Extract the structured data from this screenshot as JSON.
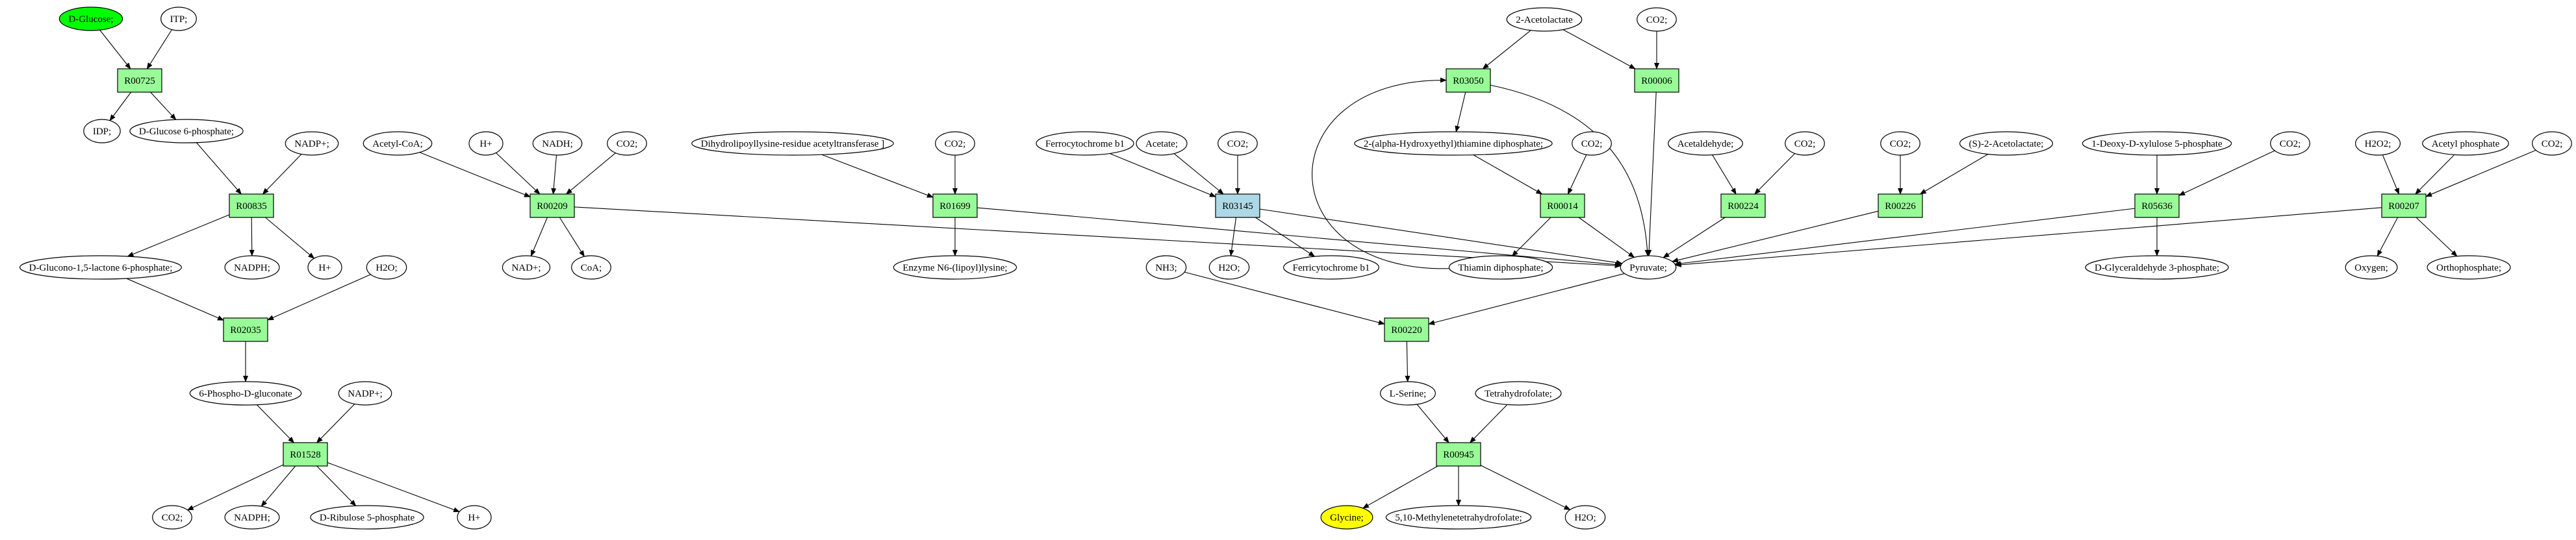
{
  "colors": {
    "reaction_fill": "#98fb98",
    "reaction_highlight_fill": "#add8e6",
    "compound_fill": "#ffffff",
    "source_compound_fill": "#00ff00",
    "target_compound_fill": "#ffff00",
    "stroke": "#000000"
  },
  "nodes": [
    {
      "id": "c_dglucose",
      "kind": "compound",
      "label": "D-Glucose;",
      "fill": "#00ff00"
    },
    {
      "id": "c_itp",
      "kind": "compound",
      "label": "ITP;"
    },
    {
      "id": "r_R00725",
      "kind": "reaction",
      "label": "R00725"
    },
    {
      "id": "c_idp",
      "kind": "compound",
      "label": "IDP;"
    },
    {
      "id": "c_g6p",
      "kind": "compound",
      "label": "D-Glucose 6-phosphate;"
    },
    {
      "id": "c_nadp1",
      "kind": "compound",
      "label": "NADP+;"
    },
    {
      "id": "r_R00835",
      "kind": "reaction",
      "label": "R00835"
    },
    {
      "id": "c_glucono",
      "kind": "compound",
      "label": "D-Glucono-1,5-lactone 6-phosphate;"
    },
    {
      "id": "c_nadph1",
      "kind": "compound",
      "label": "NADPH;"
    },
    {
      "id": "c_h1",
      "kind": "compound",
      "label": "H+"
    },
    {
      "id": "c_h2o1",
      "kind": "compound",
      "label": "H2O;"
    },
    {
      "id": "r_R02035",
      "kind": "reaction",
      "label": "R02035"
    },
    {
      "id": "c_6pg",
      "kind": "compound",
      "label": "6-Phospho-D-gluconate"
    },
    {
      "id": "c_nadp2",
      "kind": "compound",
      "label": "NADP+;"
    },
    {
      "id": "r_R01528",
      "kind": "reaction",
      "label": "R01528"
    },
    {
      "id": "c_co2_a",
      "kind": "compound",
      "label": "CO2;"
    },
    {
      "id": "c_nadph2",
      "kind": "compound",
      "label": "NADPH;"
    },
    {
      "id": "c_ribulose",
      "kind": "compound",
      "label": "D-Ribulose 5-phosphate"
    },
    {
      "id": "c_h2",
      "kind": "compound",
      "label": "H+"
    },
    {
      "id": "c_acetylcoa",
      "kind": "compound",
      "label": "Acetyl-CoA;"
    },
    {
      "id": "c_h3",
      "kind": "compound",
      "label": "H+"
    },
    {
      "id": "c_nadh",
      "kind": "compound",
      "label": "NADH;"
    },
    {
      "id": "c_co2_b",
      "kind": "compound",
      "label": "CO2;"
    },
    {
      "id": "r_R00209",
      "kind": "reaction",
      "label": "R00209"
    },
    {
      "id": "c_nad",
      "kind": "compound",
      "label": "NAD+;"
    },
    {
      "id": "c_coa",
      "kind": "compound",
      "label": "CoA;"
    },
    {
      "id": "c_dihydro",
      "kind": "compound",
      "label": "Dihydrolipoyllysine-residue acetyltransferase ]"
    },
    {
      "id": "c_co2_c",
      "kind": "compound",
      "label": "CO2;"
    },
    {
      "id": "r_R01699",
      "kind": "reaction",
      "label": "R01699"
    },
    {
      "id": "c_enzyme",
      "kind": "compound",
      "label": "Enzyme N6-(lipoyl)lysine;"
    },
    {
      "id": "c_ferro",
      "kind": "compound",
      "label": "Ferrocytochrome b1"
    },
    {
      "id": "c_acetate",
      "kind": "compound",
      "label": "Acetate;"
    },
    {
      "id": "c_co2_d",
      "kind": "compound",
      "label": "CO2;"
    },
    {
      "id": "r_R03145",
      "kind": "reaction",
      "label": "R03145",
      "fill": "#add8e6"
    },
    {
      "id": "c_h2o2",
      "kind": "compound",
      "label": "H2O;"
    },
    {
      "id": "c_ferri",
      "kind": "compound",
      "label": "Ferricytochrome b1"
    },
    {
      "id": "c_nh3",
      "kind": "compound",
      "label": "NH3;"
    },
    {
      "id": "c_acetolactate",
      "kind": "compound",
      "label": "2-Acetolactate"
    },
    {
      "id": "c_co2_e",
      "kind": "compound",
      "label": "CO2;"
    },
    {
      "id": "r_R03050",
      "kind": "reaction",
      "label": "R03050"
    },
    {
      "id": "r_R00006",
      "kind": "reaction",
      "label": "R00006"
    },
    {
      "id": "c_hydroxyethyl",
      "kind": "compound",
      "label": "2-(alpha-Hydroxyethyl)thiamine diphosphate;"
    },
    {
      "id": "c_co2_f",
      "kind": "compound",
      "label": "CO2;"
    },
    {
      "id": "r_R00014",
      "kind": "reaction",
      "label": "R00014"
    },
    {
      "id": "c_thiamin",
      "kind": "compound",
      "label": "Thiamin diphosphate;"
    },
    {
      "id": "c_pyruvate",
      "kind": "compound",
      "label": "Pyruvate;"
    },
    {
      "id": "r_R00220",
      "kind": "reaction",
      "label": "R00220"
    },
    {
      "id": "c_serine",
      "kind": "compound",
      "label": "L-Serine;"
    },
    {
      "id": "c_thf",
      "kind": "compound",
      "label": "Tetrahydrofolate;"
    },
    {
      "id": "r_R00945",
      "kind": "reaction",
      "label": "R00945"
    },
    {
      "id": "c_glycine",
      "kind": "compound",
      "label": "Glycine;",
      "fill": "#ffff00"
    },
    {
      "id": "c_methylene",
      "kind": "compound",
      "label": "5,10-Methylenetetrahydrofolate;"
    },
    {
      "id": "c_h2o3",
      "kind": "compound",
      "label": "H2O;"
    },
    {
      "id": "c_acetaldehyde",
      "kind": "compound",
      "label": "Acetaldehyde;"
    },
    {
      "id": "c_co2_g",
      "kind": "compound",
      "label": "CO2;"
    },
    {
      "id": "r_R00224",
      "kind": "reaction",
      "label": "R00224"
    },
    {
      "id": "c_co2_h",
      "kind": "compound",
      "label": "CO2;"
    },
    {
      "id": "c_s2acetolactate",
      "kind": "compound",
      "label": "(S)-2-Acetolactate;"
    },
    {
      "id": "r_R00226",
      "kind": "reaction",
      "label": "R00226"
    },
    {
      "id": "c_deoxyxylulose",
      "kind": "compound",
      "label": "1-Deoxy-D-xylulose 5-phosphate"
    },
    {
      "id": "c_co2_i",
      "kind": "compound",
      "label": "CO2;"
    },
    {
      "id": "r_R05636",
      "kind": "reaction",
      "label": "R05636"
    },
    {
      "id": "c_g3p",
      "kind": "compound",
      "label": "D-Glyceraldehyde 3-phosphate;"
    },
    {
      "id": "c_h2o2_peroxide",
      "kind": "compound",
      "label": "H2O2;"
    },
    {
      "id": "c_acetylphosphate",
      "kind": "compound",
      "label": "Acetyl phosphate"
    },
    {
      "id": "c_co2_j",
      "kind": "compound",
      "label": "CO2;"
    },
    {
      "id": "r_R00207",
      "kind": "reaction",
      "label": "R00207"
    },
    {
      "id": "c_oxygen",
      "kind": "compound",
      "label": "Oxygen;"
    },
    {
      "id": "c_orthophosphate",
      "kind": "compound",
      "label": "Orthophosphate;"
    }
  ],
  "edges": [
    [
      "c_dglucose",
      "r_R00725"
    ],
    [
      "c_itp",
      "r_R00725"
    ],
    [
      "r_R00725",
      "c_idp"
    ],
    [
      "r_R00725",
      "c_g6p"
    ],
    [
      "c_g6p",
      "r_R00835"
    ],
    [
      "c_nadp1",
      "r_R00835"
    ],
    [
      "r_R00835",
      "c_glucono"
    ],
    [
      "r_R00835",
      "c_nadph1"
    ],
    [
      "r_R00835",
      "c_h1"
    ],
    [
      "c_glucono",
      "r_R02035"
    ],
    [
      "c_h2o1",
      "r_R02035"
    ],
    [
      "r_R02035",
      "c_6pg"
    ],
    [
      "c_6pg",
      "r_R01528"
    ],
    [
      "c_nadp2",
      "r_R01528"
    ],
    [
      "r_R01528",
      "c_co2_a"
    ],
    [
      "r_R01528",
      "c_nadph2"
    ],
    [
      "r_R01528",
      "c_ribulose"
    ],
    [
      "r_R01528",
      "c_h2"
    ],
    [
      "c_acetylcoa",
      "r_R00209"
    ],
    [
      "c_h3",
      "r_R00209"
    ],
    [
      "c_nadh",
      "r_R00209"
    ],
    [
      "c_co2_b",
      "r_R00209"
    ],
    [
      "r_R00209",
      "c_nad"
    ],
    [
      "r_R00209",
      "c_coa"
    ],
    [
      "r_R00209",
      "c_pyruvate"
    ],
    [
      "c_dihydro",
      "r_R01699"
    ],
    [
      "c_co2_c",
      "r_R01699"
    ],
    [
      "r_R01699",
      "c_enzyme"
    ],
    [
      "r_R01699",
      "c_pyruvate"
    ],
    [
      "c_ferro",
      "r_R03145"
    ],
    [
      "c_acetate",
      "r_R03145"
    ],
    [
      "c_co2_d",
      "r_R03145"
    ],
    [
      "r_R03145",
      "c_h2o2"
    ],
    [
      "r_R03145",
      "c_ferri"
    ],
    [
      "r_R03145",
      "c_pyruvate"
    ],
    [
      "c_acetolactate",
      "r_R03050"
    ],
    [
      "c_acetolactate",
      "r_R00006"
    ],
    [
      "c_co2_e",
      "r_R00006"
    ],
    [
      "r_R03050",
      "c_hydroxyethyl"
    ],
    [
      "r_R03050",
      "c_pyruvate"
    ],
    [
      "r_R00006",
      "c_pyruvate"
    ],
    [
      "c_hydroxyethyl",
      "r_R00014"
    ],
    [
      "c_co2_f",
      "r_R00014"
    ],
    [
      "r_R00014",
      "c_thiamin"
    ],
    [
      "r_R00014",
      "c_pyruvate"
    ],
    [
      "c_thiamin",
      "r_R03050"
    ],
    [
      "c_nh3",
      "r_R00220"
    ],
    [
      "c_pyruvate",
      "r_R00220"
    ],
    [
      "r_R00220",
      "c_serine"
    ],
    [
      "c_serine",
      "r_R00945"
    ],
    [
      "c_thf",
      "r_R00945"
    ],
    [
      "r_R00945",
      "c_glycine"
    ],
    [
      "r_R00945",
      "c_methylene"
    ],
    [
      "r_R00945",
      "c_h2o3"
    ],
    [
      "c_acetaldehyde",
      "r_R00224"
    ],
    [
      "c_co2_g",
      "r_R00224"
    ],
    [
      "r_R00224",
      "c_pyruvate"
    ],
    [
      "c_co2_h",
      "r_R00226"
    ],
    [
      "c_s2acetolactate",
      "r_R00226"
    ],
    [
      "r_R00226",
      "c_pyruvate"
    ],
    [
      "c_deoxyxylulose",
      "r_R05636"
    ],
    [
      "c_co2_i",
      "r_R05636"
    ],
    [
      "r_R05636",
      "c_g3p"
    ],
    [
      "r_R05636",
      "c_pyruvate"
    ],
    [
      "c_h2o2_peroxide",
      "r_R00207"
    ],
    [
      "c_acetylphosphate",
      "r_R00207"
    ],
    [
      "c_co2_j",
      "r_R00207"
    ],
    [
      "r_R00207",
      "c_oxygen"
    ],
    [
      "r_R00207",
      "c_orthophosphate"
    ],
    [
      "r_R00207",
      "c_pyruvate"
    ]
  ]
}
